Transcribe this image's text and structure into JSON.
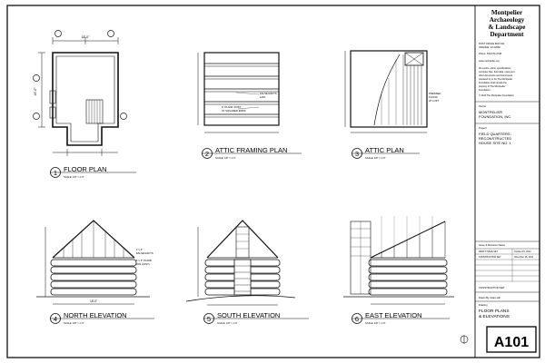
{
  "title_block": {
    "org_line1": "Montpelier",
    "org_line2": "Archaeology",
    "org_line3": "& Landscape",
    "org_line4": "Department",
    "address1": "POST OFFICE BOX 911",
    "address2": "ORANGE, VA 22960",
    "phone": "Phone: 540-672-2728",
    "web": "www.montpelier.org",
    "notice": [
      "All reports, plans, specifications,",
      "computer files, field data, notes and",
      "other documents and instruments",
      "prepared by or for The Montpelier",
      "Foundation shall remain the",
      "property of The Montpelier",
      "Foundation."
    ],
    "copyright": "© 2014 The Montpelier Foundation",
    "owner_label": "Owner",
    "owner1": "MONTPELIER",
    "owner2": "FOUNDATION, INC.",
    "project_label": "Project",
    "project1": "FIELD QUARTERS:",
    "project2": "RECONSTRUCTED",
    "project3": "HOUSE SITE NO. 1",
    "issue_label": "Issue & Revision Dates",
    "issue_rows": [
      {
        "name": "DRAFT ISSUE SET",
        "date": "October 15, 2014"
      },
      {
        "name": "CONSTRUCTION SET",
        "date": "November 25, 2014"
      }
    ],
    "status": "CONSTRUCTION SET",
    "drawn_by": "Drawn By: Adam Hill",
    "drawing_label": "Drawing",
    "drawing1": "FLOOR PLANS",
    "drawing2": "& ELEVATIONS",
    "sheet_number": "A101"
  },
  "views": [
    {
      "num": "1",
      "title": "FLOOR PLAN",
      "scale": "SCALE: 1/8\" = 1'-0\""
    },
    {
      "num": "2",
      "title": "ATTIC FRAMING PLAN",
      "scale": "SCALE: 1/8\" = 1'-0\""
    },
    {
      "num": "3",
      "title": "ATTIC PLAN",
      "scale": "SCALE: 1/8\" = 1'-0\""
    },
    {
      "num": "4",
      "title": "NORTH ELEVATION",
      "scale": "SCALE: 1/8\" = 1'-0\""
    },
    {
      "num": "5",
      "title": "SOUTH ELEVATION",
      "scale": "SCALE: 1/8\" = 1'-0\""
    },
    {
      "num": "6",
      "title": "EAST ELEVATION",
      "scale": "SCALE: 1/8\" = 1'-0\""
    }
  ],
  "annotations": {
    "floor_dim_w": "18'-0\"",
    "floor_dim_h": "16'-0\"",
    "attic_note1": "FALSE RAFTS",
    "attic_note2": "LAID",
    "attic_note3": "6\" PLANK JOIST",
    "attic_note4": "AT SQUARED ENDS",
    "attic_note5": "PRESSED",
    "attic_note6": "FLOOR",
    "attic_note7": "AT LOFT",
    "north_note1": "1\"x 4\"",
    "north_note2": "FALSE RAFTS",
    "north_note3": "1\"x 6\" PLANK",
    "north_note4": "(ON JOIST)",
    "elev_dim": "18'-0\""
  },
  "colors": {
    "line": "#111111",
    "frame": "#222222",
    "paper": "#ffffff"
  }
}
